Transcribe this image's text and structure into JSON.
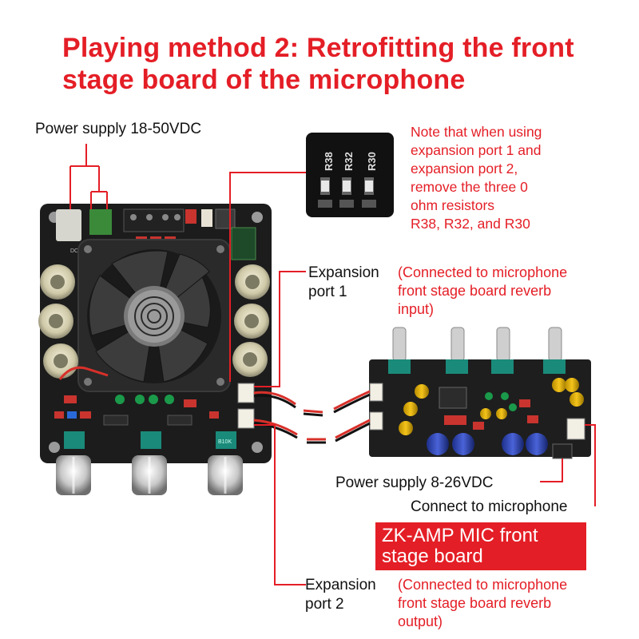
{
  "title": {
    "line1": "Playing method 2: Retrofitting the front",
    "line2": "stage board of the microphone"
  },
  "labels": {
    "power_main": "Power supply 18-50VDC",
    "exp1_line1": "Expansion",
    "exp1_line2": "port 1",
    "exp2_line1": "Expansion",
    "exp2_line2": "port 2",
    "power_mic": "Power supply 8-26VDC",
    "connect_mic": "Connect to microphone"
  },
  "notes": {
    "resistor_note": [
      "Note that when using",
      "expansion port 1 and",
      "expansion port 2,",
      "remove the three 0",
      "ohm resistors",
      "R38, R32, and R30"
    ],
    "exp1_note": [
      "(Connected to microphone",
      "front stage board reverb",
      "input)"
    ],
    "exp2_note": [
      "(Connected to microphone",
      "front stage board reverb",
      "output)"
    ]
  },
  "product_box": {
    "line1": "ZK-AMP MIC front",
    "line2": "stage board"
  },
  "resistor_labels": [
    "R38",
    "R32",
    "R30"
  ],
  "board_marks": {
    "dc_label": "DC 18-50V",
    "pot_label": "B10K"
  },
  "colors": {
    "accent": "#e41e26",
    "board": "#1c1c1c"
  }
}
